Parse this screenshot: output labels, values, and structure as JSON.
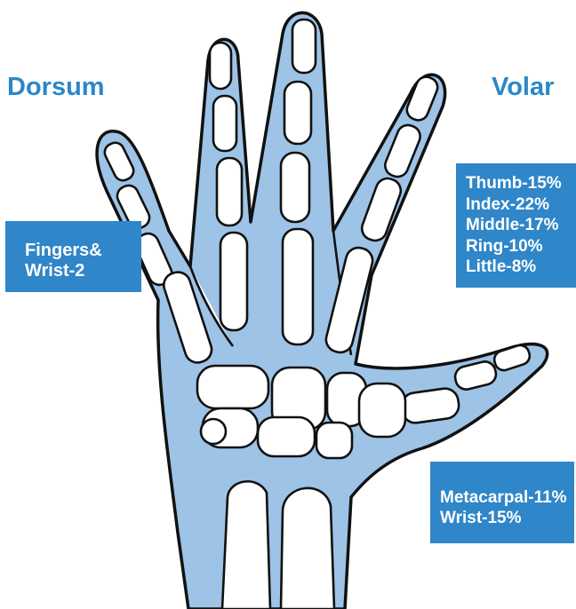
{
  "colors": {
    "accent": "#2f86c8",
    "heading_text": "#2b87c9",
    "box_text": "#ffffff",
    "hand_fill": "#9dc3e6",
    "outline": "#111111"
  },
  "headings": {
    "left": "Dorsum",
    "right": "Volar"
  },
  "boxes": {
    "dorsal_fingers_wrist": {
      "lines": [
        "Fingers&",
        "Wrist-2"
      ]
    },
    "volar_digits": {
      "lines": [
        "Thumb-15%",
        "Index-22%",
        "Middle-17%",
        "Ring-10%",
        "Little-8%"
      ]
    },
    "volar_palm_wrist": {
      "lines": [
        "Metacarpal-11%",
        "Wrist-15%"
      ]
    }
  }
}
